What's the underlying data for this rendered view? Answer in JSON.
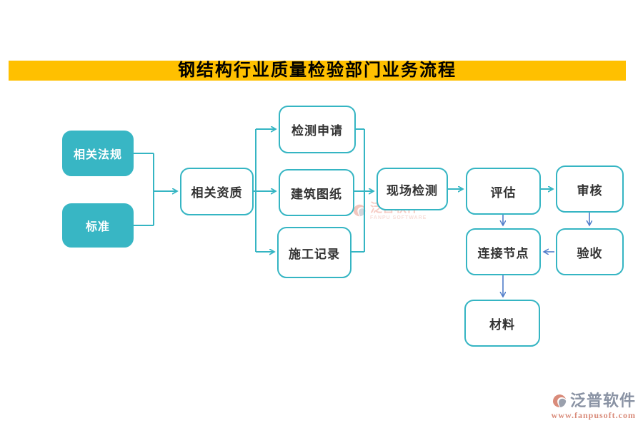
{
  "title": {
    "text": "钢结构行业质量检验部门业务流程"
  },
  "colors": {
    "banner_bg": "#FFC000",
    "teal": "#35B5C3",
    "teal_fill": "#38B6C4",
    "blue_arrow": "#4F7CC9",
    "node_text": "#333333",
    "logo_gray": "#8A93A4",
    "logo_coral": "#D98B7A"
  },
  "nodes": [
    {
      "id": "regulations",
      "label": "相关法规",
      "type": "filled"
    },
    {
      "id": "standards",
      "label": "标准",
      "type": "filled"
    },
    {
      "id": "qualification",
      "label": "相关资质",
      "type": "outline"
    },
    {
      "id": "apply",
      "label": "检测申请",
      "type": "outline"
    },
    {
      "id": "drawings",
      "label": "建筑图纸",
      "type": "outline"
    },
    {
      "id": "records",
      "label": "施工记录",
      "type": "outline"
    },
    {
      "id": "site-check",
      "label": "现场检测",
      "type": "outline"
    },
    {
      "id": "evaluate",
      "label": "评估",
      "type": "outline"
    },
    {
      "id": "audit",
      "label": "审核",
      "type": "outline"
    },
    {
      "id": "joints",
      "label": "连接节点",
      "type": "outline"
    },
    {
      "id": "acceptance",
      "label": "验收",
      "type": "outline"
    },
    {
      "id": "materials",
      "label": "材料",
      "type": "outline"
    }
  ],
  "watermark": {
    "brand": "泛普软件",
    "sub": "FANPU SOFTWARE"
  },
  "footer": {
    "brand": "泛普软件",
    "url": "www.fanpusoft.com"
  }
}
